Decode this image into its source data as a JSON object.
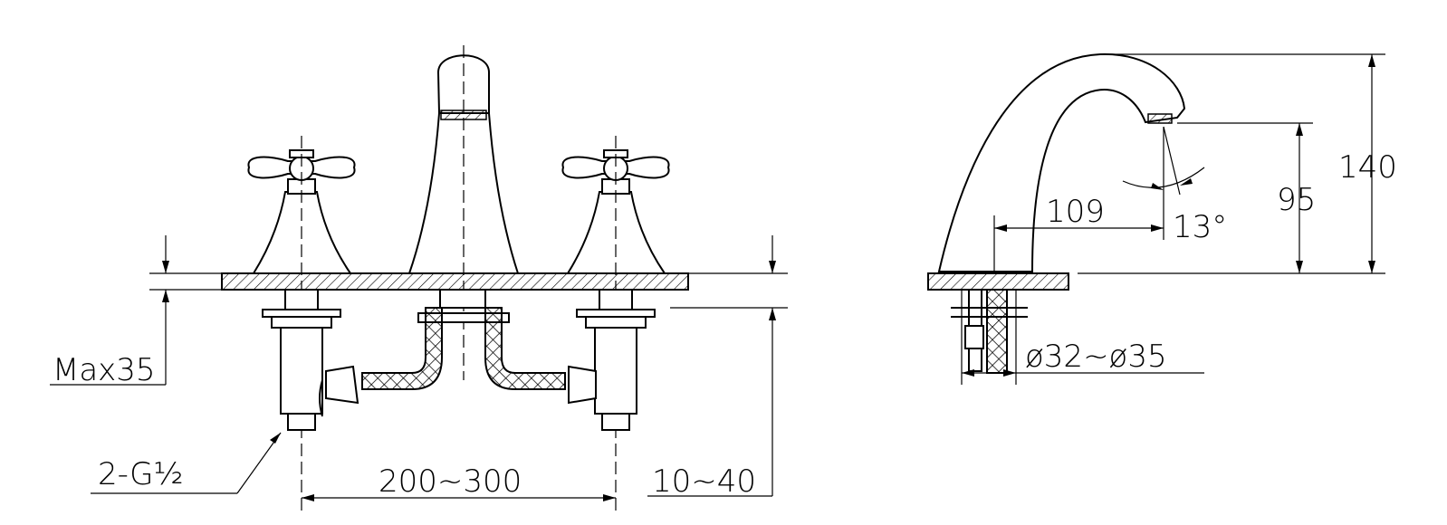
{
  "title": "Faucet technical drawing",
  "front_view": {
    "max_thickness_label": "Max35",
    "connection_label": "2-G½",
    "spread_label": "200~300",
    "hole_depth_label": "10~40"
  },
  "side_view": {
    "reach_label": "109",
    "angle_label": "13°",
    "outlet_height_label": "95",
    "total_height_label": "140",
    "hole_diameter_label": "ø32~ø35"
  },
  "colors": {
    "line": "#000000",
    "background": "#ffffff"
  }
}
